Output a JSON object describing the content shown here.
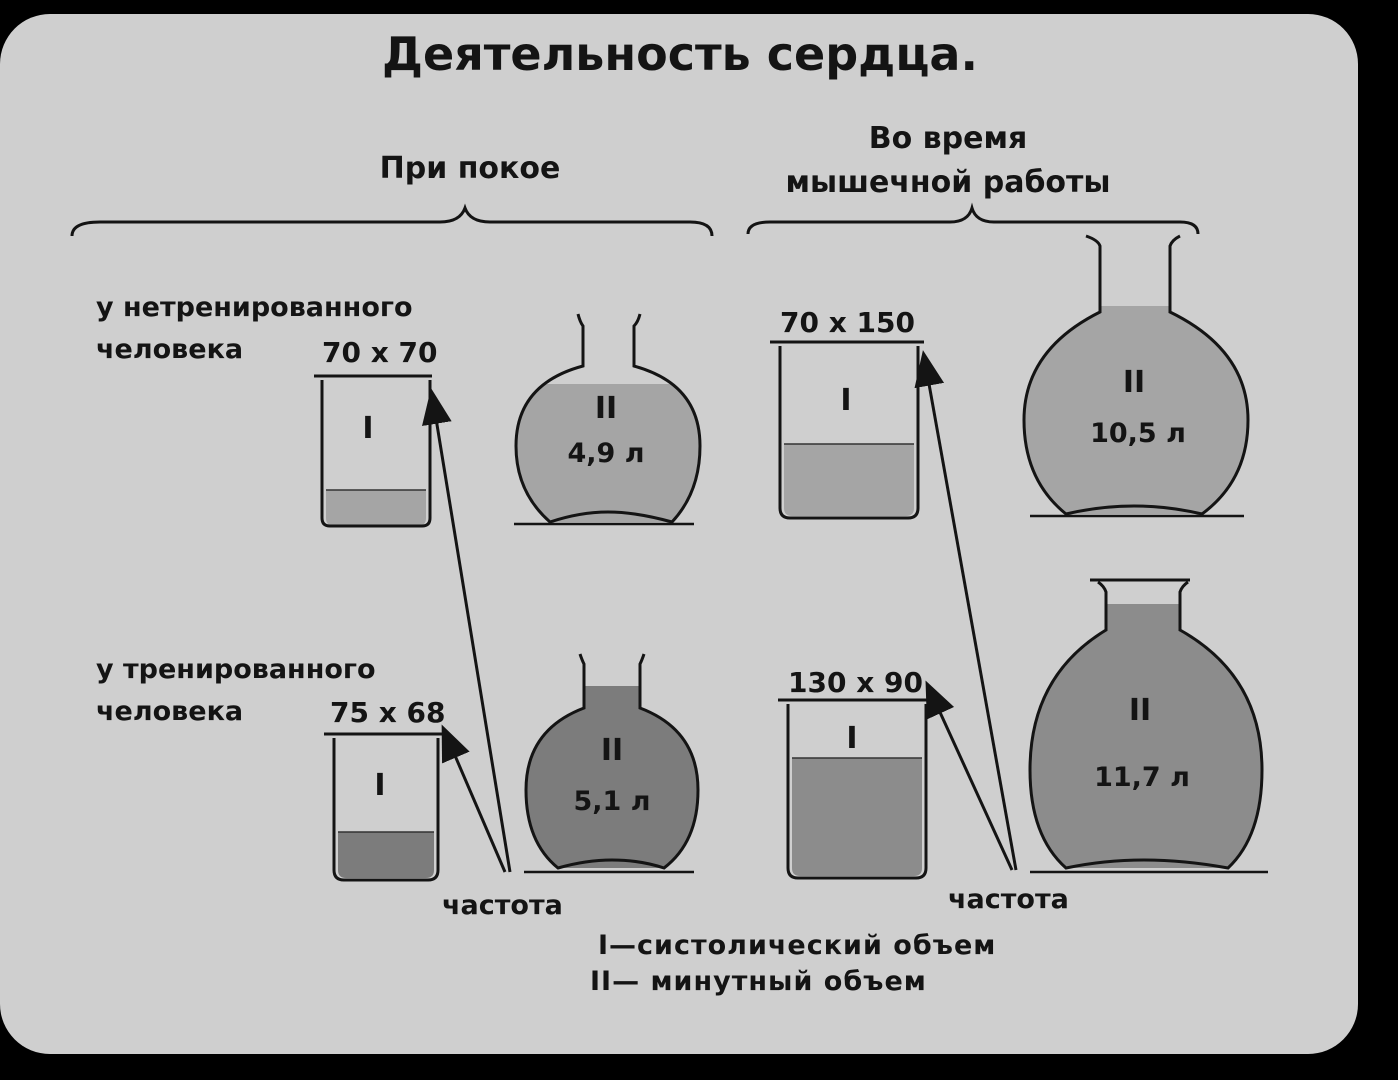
{
  "title": "Деятельность сердца.",
  "columns": {
    "rest": "При покое",
    "work_line1": "Во время",
    "work_line2": "мышечной работы"
  },
  "rows": {
    "untrained_line1": "у нетренированного",
    "untrained_line2": "человека",
    "trained_line1": "у тренированного",
    "trained_line2": "человека"
  },
  "formulas": {
    "untrained_rest": "70 x 70",
    "trained_rest": "75 x 68",
    "untrained_work": "70 x 150",
    "trained_work": "130 x 90"
  },
  "volumes": {
    "untrained_rest": "4,9 л",
    "trained_rest": "5,1 л",
    "untrained_work": "10,5 л",
    "trained_work": "11,7 л"
  },
  "roman": {
    "one": "I",
    "two": "II"
  },
  "frequency_label": "частота",
  "legend": {
    "line1": "I—систолический объем",
    "line2": "II— минутный объем"
  },
  "colors": {
    "background": "#cfcfcf",
    "liquid_light": "#a5a5a5",
    "liquid_dark": "#7c7c7c",
    "ink": "#141414"
  }
}
